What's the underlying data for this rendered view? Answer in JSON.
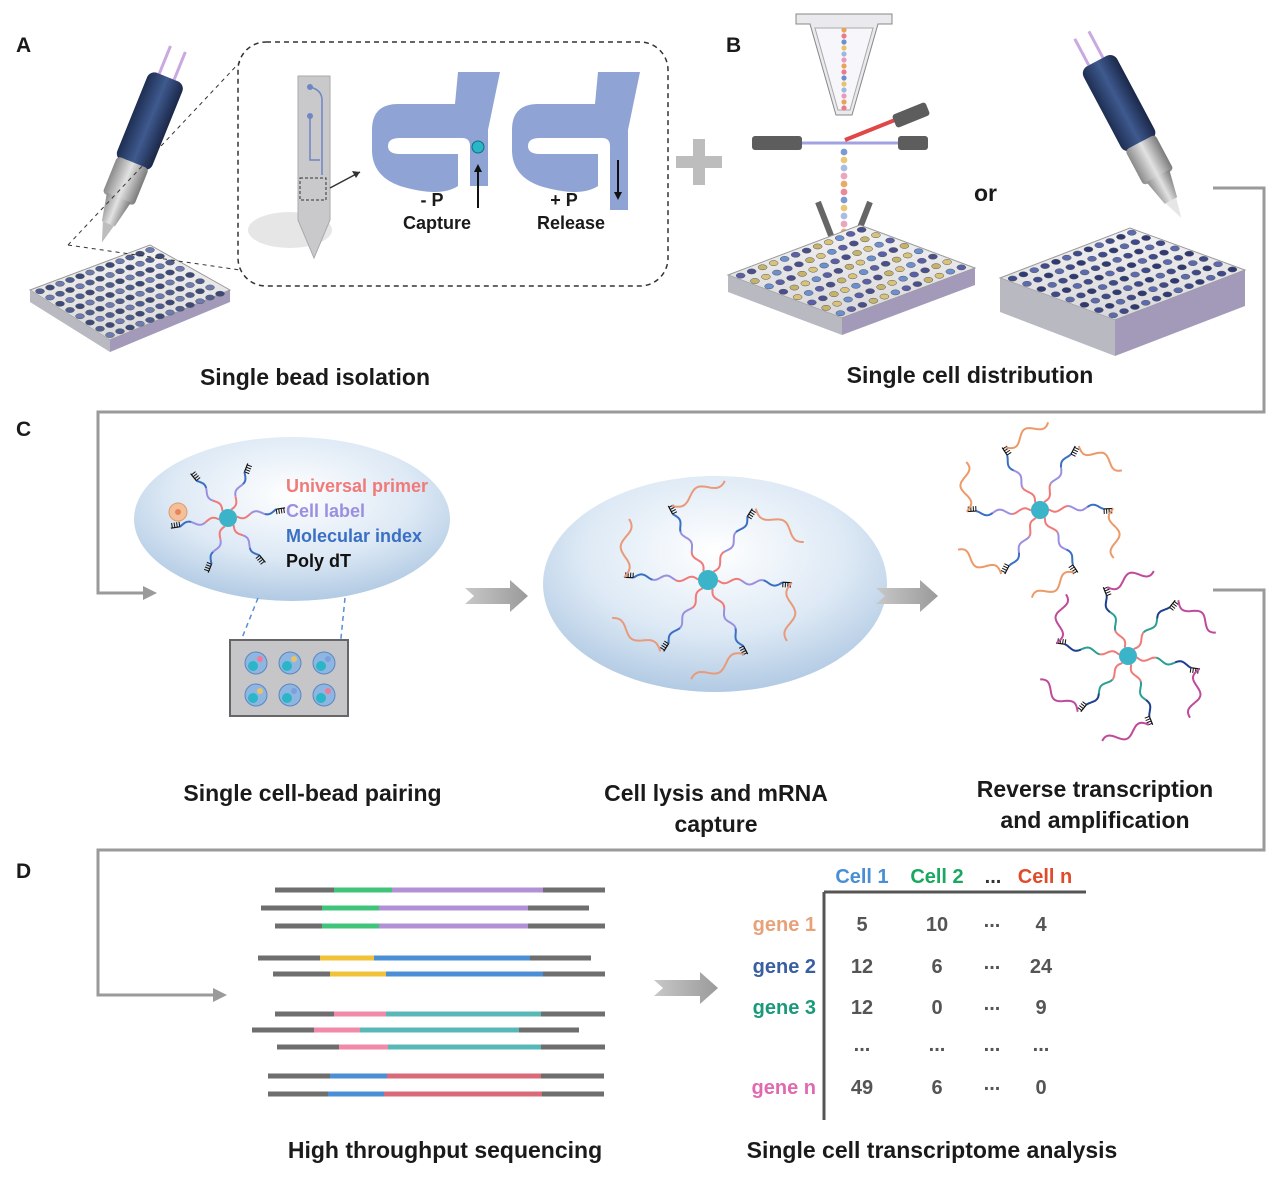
{
  "panels": {
    "a": "A",
    "b": "B",
    "c": "C",
    "d": "D"
  },
  "panel_a": {
    "minus_p": "- P",
    "capture": "Capture",
    "plus_p": "+ P",
    "release": "Release",
    "caption": "Single bead isolation"
  },
  "panel_b": {
    "or": "or",
    "caption": "Single cell distribution"
  },
  "panel_c": {
    "legend": {
      "universal_primer": "Universal primer",
      "cell_label": "Cell label",
      "molecular_index": "Molecular index",
      "poly_dt": "Poly dT"
    },
    "caption_pairing": "Single cell-bead pairing",
    "caption_lysis_1": "Cell lysis and mRNA",
    "caption_lysis_2": "capture",
    "caption_rt_1": "Reverse transcription",
    "caption_rt_2": "and amplification"
  },
  "panel_d": {
    "caption_seq": "High throughput sequencing",
    "caption_analysis": "Single cell transcriptome analysis",
    "matrix": {
      "columns": [
        "Cell 1",
        "Cell 2",
        "...",
        "Cell n"
      ],
      "rows": [
        {
          "gene": "gene 1",
          "values": [
            "5",
            "10",
            "...",
            "4"
          ]
        },
        {
          "gene": "gene 2",
          "values": [
            "12",
            "6",
            "...",
            "24"
          ]
        },
        {
          "gene": "gene 3",
          "values": [
            "12",
            "0",
            "...",
            "9"
          ]
        },
        {
          "gene": "",
          "values": [
            "...",
            "...",
            "...",
            "..."
          ]
        },
        {
          "gene": "gene n",
          "values": [
            "49",
            "6",
            "...",
            "0"
          ]
        }
      ]
    }
  },
  "colors": {
    "universal_primer": "#f07a7a",
    "cell_label": "#9b8fe0",
    "molecular_index": "#3b6fc4",
    "poly_dt": "#111111",
    "cell1": "#4a8fd6",
    "cell2": "#1aa860",
    "celln": "#e04b2a",
    "gene1": "#e8a27a",
    "gene2": "#3a5fa0",
    "gene3": "#1a9a7a",
    "genen": "#e06ab0"
  }
}
